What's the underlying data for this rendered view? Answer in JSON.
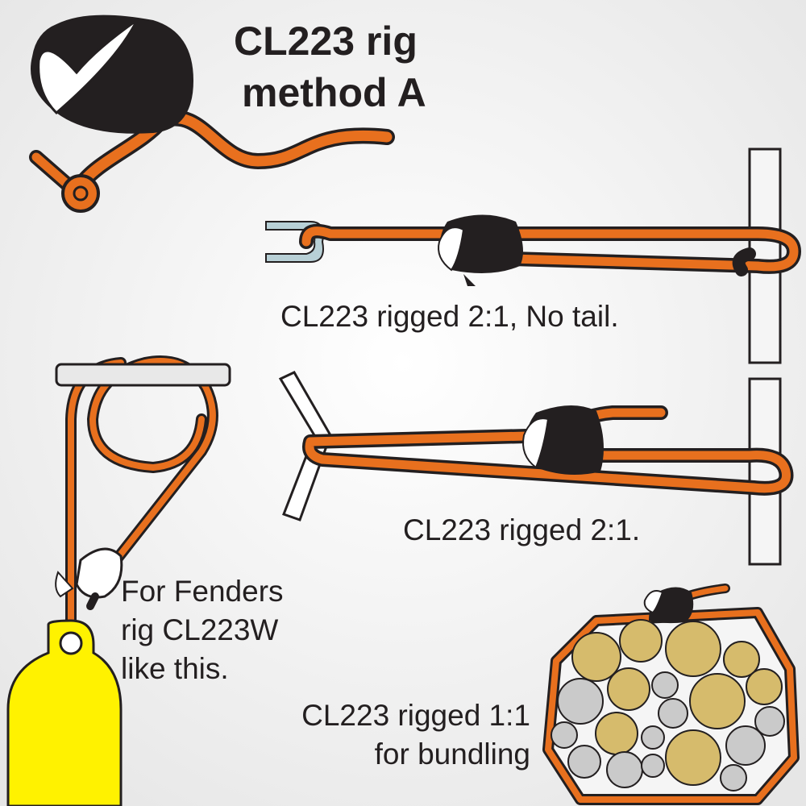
{
  "title": {
    "line1": "CL223 rig",
    "line2": "method A"
  },
  "captions": {
    "no_tail": "CL223 rigged 2:1, No tail.",
    "rigged_2_1": "CL223 rigged 2:1.",
    "fenders": {
      "line1": "For Fenders",
      "line2": "rig CL223W",
      "line3": "like this."
    },
    "bundling": {
      "line1": "CL223 rigged 1:1",
      "line2": "for bundling"
    }
  },
  "colors": {
    "cord": "#e8701e",
    "cleat": "#231f20",
    "cleat_white": "#ffffff",
    "fender": "#fff200",
    "bundle_gold": "#d6bb6c",
    "bundle_gray": "#cacaca",
    "background": "#f2f2f2"
  }
}
